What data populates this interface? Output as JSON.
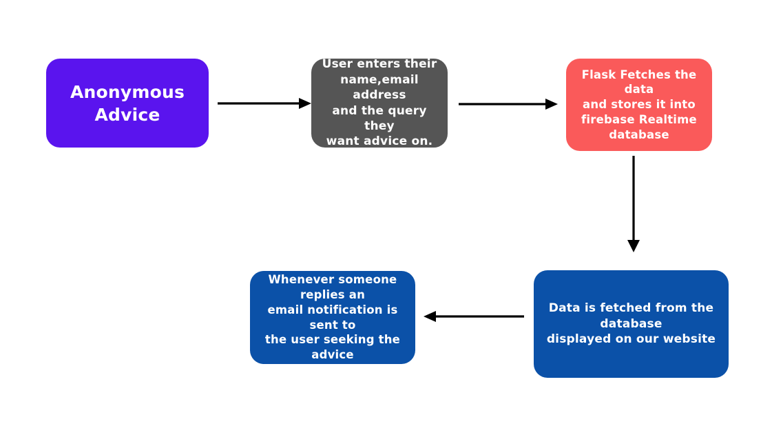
{
  "diagram": {
    "title": "Anonymous Advice application flow",
    "background_color": "#FFFFFF",
    "nodes": [
      {
        "id": "start",
        "label": "Anonymous Advice",
        "color": "#5A14EE",
        "text_color": "#FFFFFF",
        "shape": "rounded-rectangle"
      },
      {
        "id": "user-input",
        "label": "User enters their\nname,email address\nand the query they\nwant advice on.",
        "color": "#555555",
        "text_color": "#FFFFFF",
        "shape": "rounded-rectangle"
      },
      {
        "id": "flask",
        "label": "Flask Fetches the data\nand stores it into\nfirebase Realtime\ndatabase",
        "color": "#FA5A5A",
        "text_color": "#FFFFFF",
        "shape": "rounded-rectangle"
      },
      {
        "id": "display",
        "label": "Data is fetched from the database\ndisplayed on our website",
        "color": "#0B51A8",
        "text_color": "#FFFFFF",
        "shape": "rounded-rectangle"
      },
      {
        "id": "notify",
        "label": "Whenever someone replies an\nemail notification is sent to\nthe user seeking the advice",
        "color": "#0B51A8",
        "text_color": "#FFFFFF",
        "shape": "rounded-rectangle"
      }
    ],
    "connectors": [
      {
        "id": "start-to-user-input",
        "from": "start",
        "to": "user-input",
        "direction": "right",
        "color": "#000000"
      },
      {
        "id": "user-input-to-flask",
        "from": "user-input",
        "to": "flask",
        "direction": "right",
        "color": "#000000"
      },
      {
        "id": "flask-to-display",
        "from": "flask",
        "to": "display",
        "direction": "down",
        "color": "#000000"
      },
      {
        "id": "display-to-notify",
        "from": "display",
        "to": "notify",
        "direction": "left",
        "color": "#000000"
      }
    ]
  }
}
